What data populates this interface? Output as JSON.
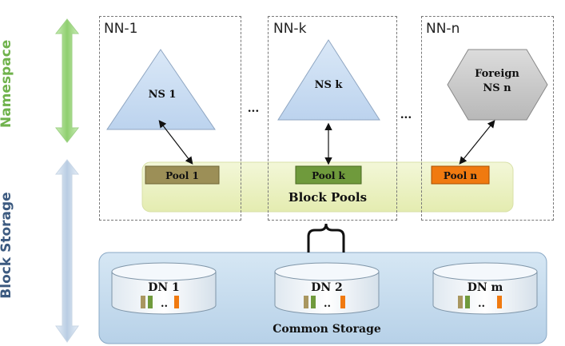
{
  "diagram": {
    "side_labels": {
      "namespace": "Namespace",
      "block_storage": "Block Storage"
    },
    "namenodes": [
      {
        "label": "NN-1",
        "ns_label": "NS 1",
        "pool_label": "Pool 1",
        "shape": "triangle",
        "pool_color": "#9c8f57"
      },
      {
        "label": "NN-k",
        "ns_label": "NS k",
        "pool_label": "Pool k",
        "shape": "triangle",
        "pool_color": "#6f9a3c"
      },
      {
        "label": "NN-n",
        "ns_label_line1": "Foreign",
        "ns_label_line2": "NS n",
        "pool_label": "Pool n",
        "shape": "hexagon",
        "pool_color": "#f07a10"
      }
    ],
    "ellipsis_1": "...",
    "ellipsis_2": "...",
    "block_pools_label": "Block Pools",
    "datanodes": [
      {
        "label": "DN 1"
      },
      {
        "label": "DN 2"
      },
      {
        "label": "DN m"
      }
    ],
    "common_storage_label": "Common Storage",
    "dots": "..",
    "colors": {
      "namespace_arrow": "#8fcf6f",
      "namespace_text": "#6fb24c",
      "block_storage_arrow": "#b9cde3",
      "block_storage_text": "#3c5a80",
      "triangle_fill": "#c9dcf2",
      "hexagon_fill": "#c8c8c8",
      "block_pools_band": "#eef3c6",
      "common_storage_fill": "#c6dced",
      "cylinder_fill": "#f1f6fb"
    }
  }
}
